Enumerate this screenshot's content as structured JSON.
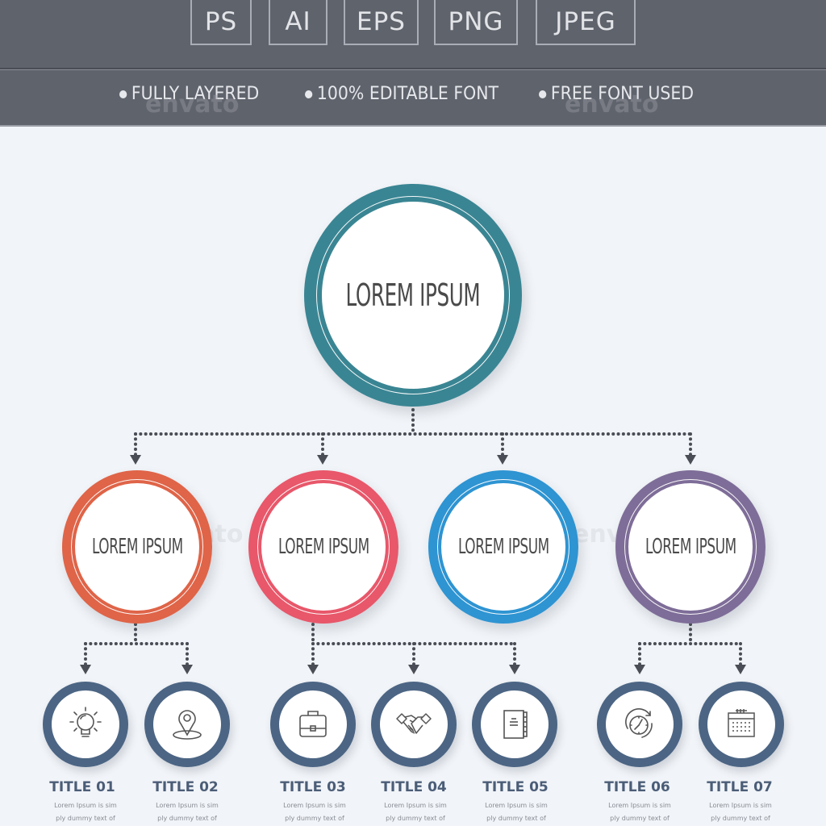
{
  "header": {
    "formats": [
      "PS",
      "AI",
      "EPS",
      "PNG",
      "JPEG"
    ],
    "features": [
      "FULLY LAYERED",
      "100% EDITABLE FONT",
      "FREE FONT USED"
    ],
    "watermark": "envato"
  },
  "diagram": {
    "root": {
      "label": "LOREM IPSUM",
      "color": "#3a8593"
    },
    "branches": [
      {
        "label": "LOREM IPSUM",
        "color": "#df6448"
      },
      {
        "label": "LOREM IPSUM",
        "color": "#e8576a"
      },
      {
        "label": "LOREM IPSUM",
        "color": "#2e94d2"
      },
      {
        "label": "LOREM IPSUM",
        "color": "#7e6d98"
      }
    ],
    "leaf_color": "#4c6584",
    "leaves": [
      {
        "title": "TITLE 01",
        "icon": "lightbulb-icon",
        "desc1": "Lorem Ipsum is sim",
        "desc2": "ply dummy text of",
        "parent": 0
      },
      {
        "title": "TITLE 02",
        "icon": "map-pin-icon",
        "desc1": "Lorem Ipsum is sim",
        "desc2": "ply dummy text of",
        "parent": 0
      },
      {
        "title": "TITLE 03",
        "icon": "briefcase-icon",
        "desc1": "Lorem Ipsum is sim",
        "desc2": "ply dummy text of",
        "parent": 1
      },
      {
        "title": "TITLE 04",
        "icon": "handshake-icon",
        "desc1": "Lorem Ipsum is sim",
        "desc2": "ply dummy text of",
        "parent": 1
      },
      {
        "title": "TITLE 05",
        "icon": "notebook-icon",
        "desc1": "Lorem Ipsum is sim",
        "desc2": "ply dummy text of",
        "parent": 1
      },
      {
        "title": "TITLE 06",
        "icon": "clock-refresh-icon",
        "desc1": "Lorem Ipsum is sim",
        "desc2": "ply dummy text of",
        "parent": 3
      },
      {
        "title": "TITLE 07",
        "icon": "calendar-icon",
        "desc1": "Lorem Ipsum is sim",
        "desc2": "ply dummy text of",
        "parent": 3
      }
    ]
  }
}
